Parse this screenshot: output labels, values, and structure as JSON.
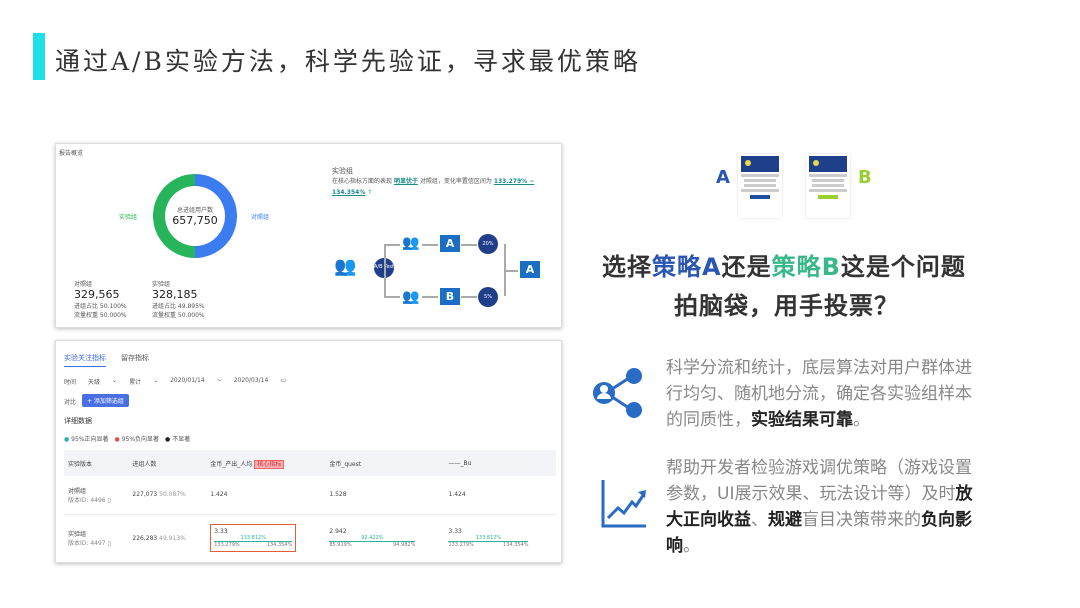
{
  "slide": {
    "title": "通过A/B实验方法，科学先验证，寻求最优策略"
  },
  "report": {
    "header": "报告概览",
    "donut": {
      "center_label": "总进组用户数",
      "total": "657,750",
      "left_label": "实验组",
      "right_label": "对照组",
      "control_share": 50.1,
      "colors": {
        "control": "#3b7cf0",
        "experiment": "#27b45a"
      }
    },
    "stats": [
      {
        "label": "对照组",
        "value": "329,565",
        "ratio": "进组占比 50.100%",
        "weight": "流量权重 50.000%"
      },
      {
        "label": "实验组",
        "value": "328,185",
        "ratio": "进组占比 49.895%",
        "weight": "流量权重 50.000%"
      }
    ],
    "conclusion": {
      "title": "实验组",
      "text": "在核心指标方面的表现",
      "highlight": "明显优于",
      "text2": "对照组，变化率置信区间为",
      "interval": "133.279% ~ 134.354%",
      "arrow": "↑"
    },
    "flow": {
      "split_label": "A/B Test",
      "a": "A",
      "b": "B",
      "a_rate": "20%",
      "b_rate": "5%",
      "result": "A"
    }
  },
  "metrics": {
    "tabs": [
      "实验关注指标",
      "留存指标"
    ],
    "filters": {
      "time_label": "时间",
      "granularity": "天级",
      "mode": "累计",
      "start": "2020/01/14",
      "end": "2020/03/14",
      "compare_label": "对比",
      "add_button": "+ 添加筛选组"
    },
    "section": "详细数据",
    "legend": [
      "95%正向显著",
      "95%负向显著",
      "不显著"
    ],
    "columns": [
      "实验版本",
      "进组人数",
      "金币_产出_人均",
      "金币_quest",
      "——_Bu"
    ],
    "core_badge": "核心指标",
    "rows": [
      {
        "name": "对照组",
        "version": "版本ID: 4496",
        "users": "227,073",
        "share": "50.087%",
        "values": [
          "1.424",
          "1.528",
          "1.424"
        ]
      },
      {
        "name": "实验组",
        "version": "版本ID: 4497",
        "users": "226,283",
        "share": "49.913%",
        "values": [
          "3.33",
          "2.942",
          "3.33"
        ],
        "ci": [
          {
            "mid": "133.812%",
            "lo": "133.279%",
            "hi": "134.354%"
          },
          {
            "mid": "92.422%",
            "lo": "85.919%",
            "hi": "94.982%"
          },
          {
            "mid": "133.812%",
            "lo": "133.279%",
            "hi": "134.354%"
          }
        ]
      }
    ]
  },
  "right": {
    "a_label": "A",
    "b_label": "B",
    "headline1": [
      "选择",
      "策略A",
      "还是",
      "策略B",
      "这是个问题"
    ],
    "headline2": "拍脑袋，用手投票？",
    "colors": {
      "a": "#2a55b0",
      "b": "#3bb88a",
      "b_icon": "#9acd32"
    },
    "point1": {
      "text": "科学分流和统计，底层算法对用户群体进行均匀、随机地分流，确定各实验组样本的同质性，",
      "bold": "实验结果可靠",
      "end": "。"
    },
    "point2": {
      "t1": "帮助开发者检验游戏调优策略（游戏设置参数，UI展示效果、玩法设计等）及时",
      "b1": "放大正向收益",
      "t2": "、",
      "b2": "规避",
      "t3": "盲目决策带来的",
      "b3": "负向影响",
      "end": "。"
    }
  }
}
